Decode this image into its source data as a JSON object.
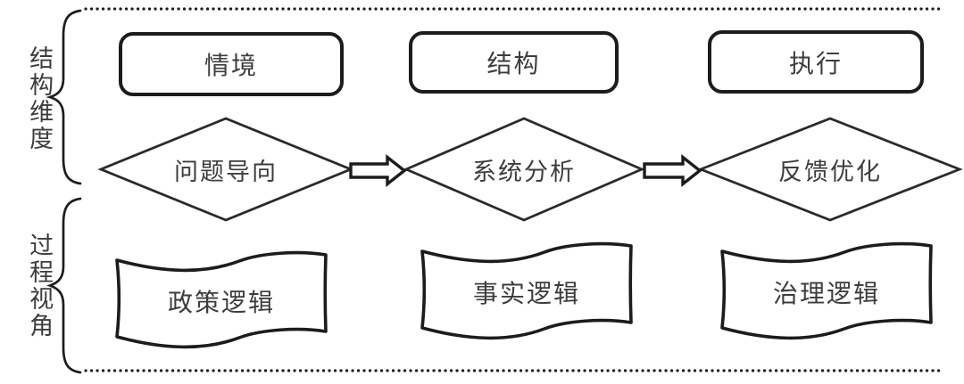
{
  "side_labels": {
    "structure": "结构维度",
    "process": "过程视角"
  },
  "columns": [
    {
      "box": "情境",
      "diamond": "问题导向",
      "flag": "政策逻辑"
    },
    {
      "box": "结构",
      "diamond": "系统分析",
      "flag": "事实逻辑"
    },
    {
      "box": "执行",
      "diamond": "反馈优化",
      "flag": "治理逻辑"
    }
  ],
  "icons": {
    "connector": "double-right-arrow"
  },
  "colors": {
    "stroke": "#1c1c1c",
    "text": "#3d3d3d",
    "background": "#ffffff"
  }
}
